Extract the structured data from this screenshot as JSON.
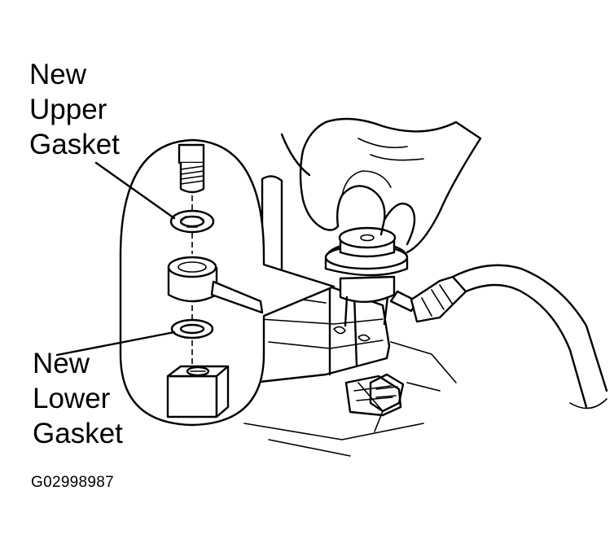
{
  "labels": {
    "upper_gasket": [
      "New",
      "Upper",
      "Gasket"
    ],
    "lower_gasket": [
      "New",
      "Lower",
      "Gasket"
    ]
  },
  "figure_id": "G02998987",
  "colors": {
    "ink": "#000000",
    "paper": "#ffffff"
  }
}
